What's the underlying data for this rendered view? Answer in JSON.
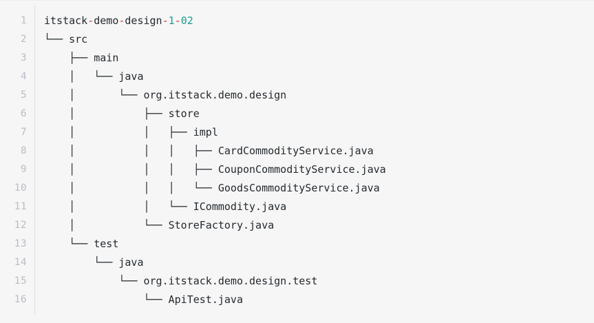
{
  "code_block": {
    "language": "text",
    "background_color": "#f6f6f6",
    "gutter": {
      "text_color": "#b9bdc4",
      "separator_color": "#dcdcdc",
      "line_numbers": [
        "1",
        "2",
        "3",
        "4",
        "5",
        "6",
        "7",
        "8",
        "9",
        "10",
        "11",
        "12",
        "13",
        "14",
        "15",
        "16"
      ]
    },
    "syntax_colors": {
      "text": "#24292e",
      "punctuation": "#c0392b",
      "number": "#1a9e8f"
    },
    "title_line_tokens": [
      {
        "text": "itstack",
        "kind": "text"
      },
      {
        "text": "-",
        "kind": "punct"
      },
      {
        "text": "demo",
        "kind": "text"
      },
      {
        "text": "-",
        "kind": "punct"
      },
      {
        "text": "design",
        "kind": "text"
      },
      {
        "text": "-",
        "kind": "punct"
      },
      {
        "text": "1",
        "kind": "num"
      },
      {
        "text": "-",
        "kind": "punct"
      },
      {
        "text": "02",
        "kind": "num"
      }
    ],
    "lines": [
      "itstack-demo-design-1-02",
      "└── src",
      "    ├── main",
      "    │   └── java",
      "    │       └── org.itstack.demo.design",
      "    │           ├── store",
      "    │           │   ├── impl",
      "    │           │   │   ├── CardCommodityService.java",
      "    │           │   │   ├── CouponCommodityService.java",
      "    │           │   │   └── GoodsCommodityService.java",
      "    │           │   └── ICommodity.java",
      "    │           └── StoreFactory.java",
      "    └── test",
      "        └── java",
      "            └── org.itstack.demo.design.test",
      "                └── ApiTest.java"
    ]
  }
}
